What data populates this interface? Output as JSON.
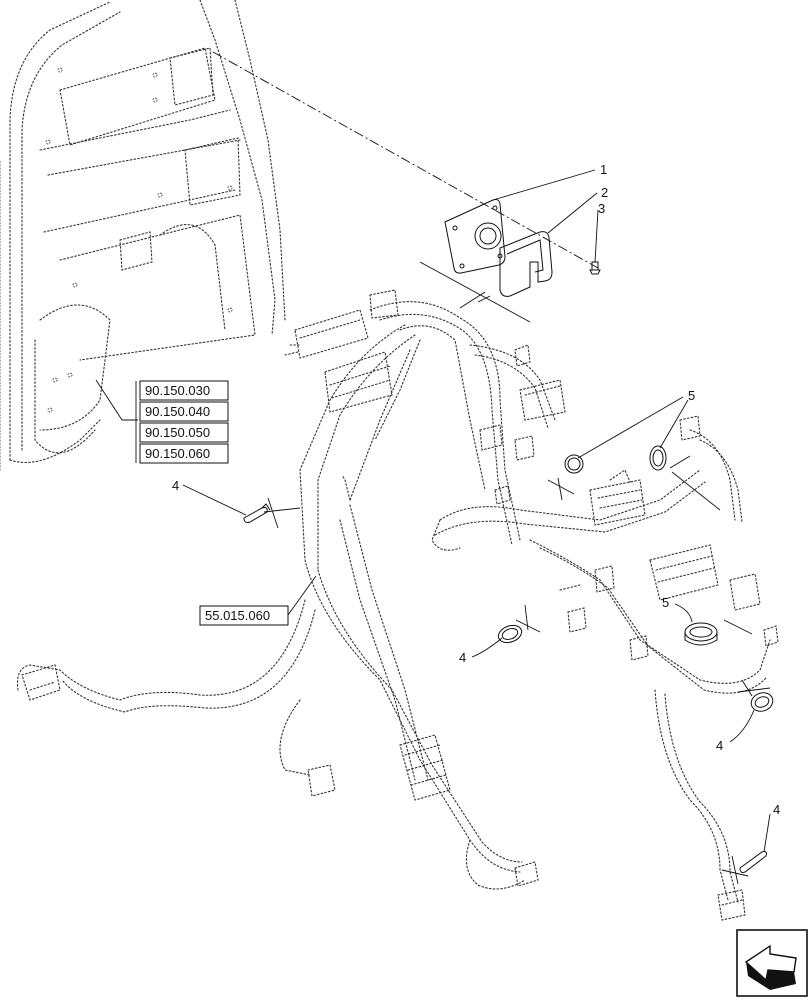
{
  "callouts": {
    "c1": "1",
    "c2": "2",
    "c3": "3",
    "c4a": "4",
    "c4b": "4",
    "c4c": "4",
    "c4d": "4",
    "c5a": "5",
    "c5b": "5"
  },
  "references": {
    "ref_group": [
      "90.150.030",
      "90.150.040",
      "90.150.050",
      "90.150.060"
    ],
    "harness_ref": "55.015.060"
  },
  "nav_icon": "next-page-arrow-icon"
}
